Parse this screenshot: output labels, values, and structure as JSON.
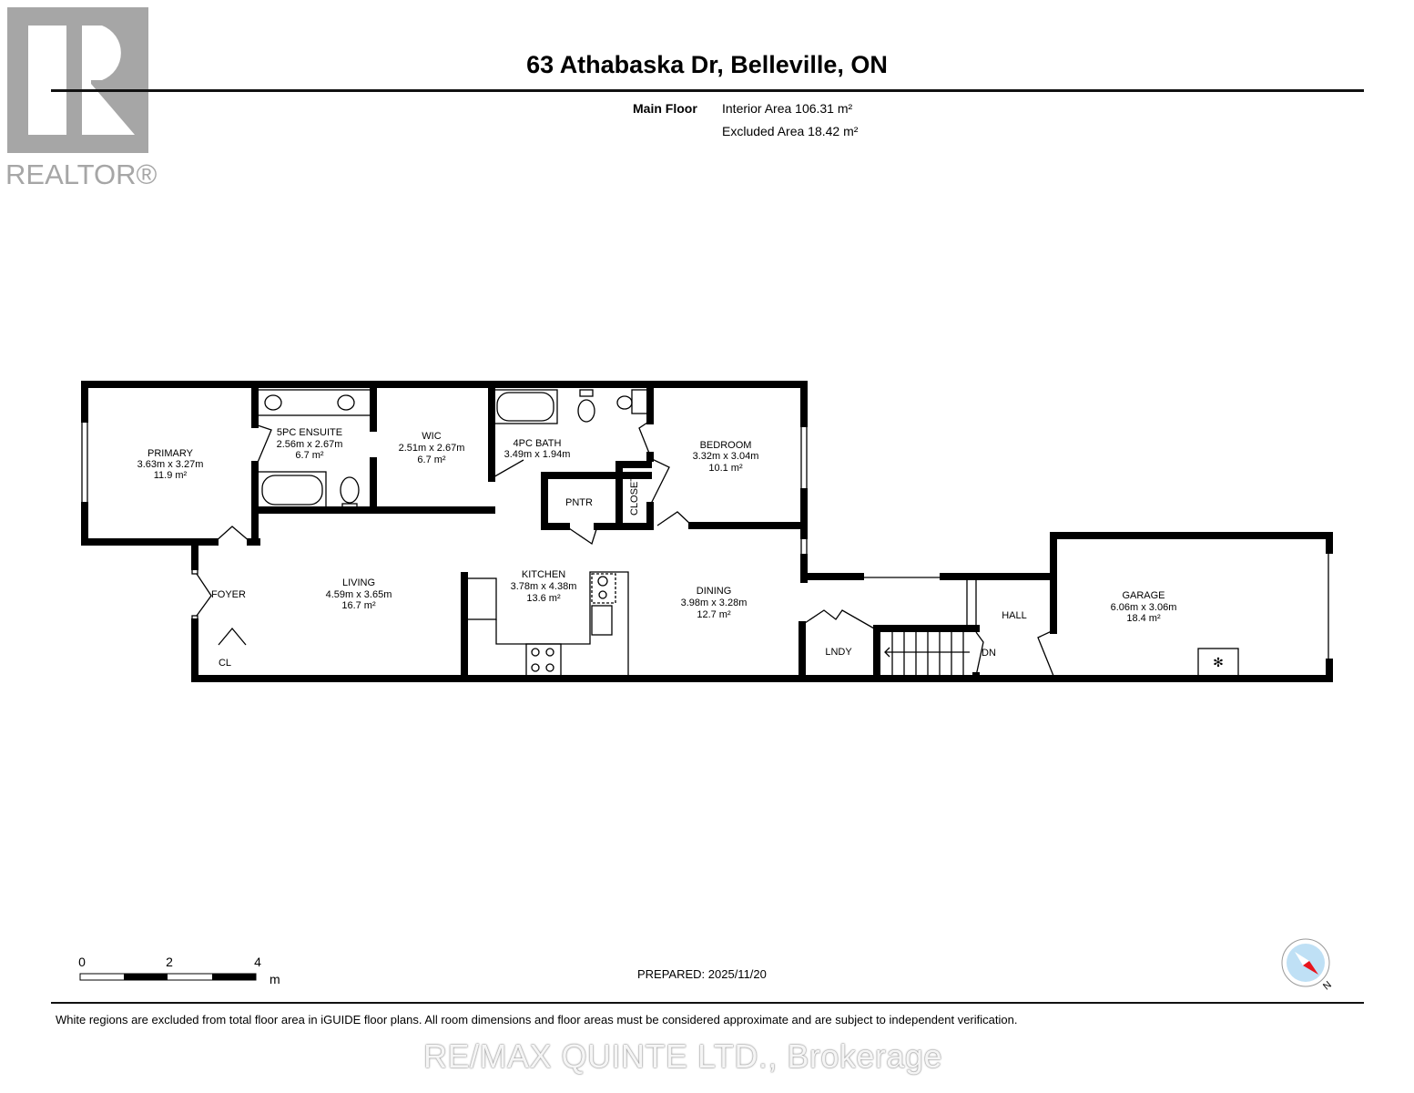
{
  "header": {
    "title": "63 Athabaska Dr, Belleville, ON"
  },
  "logo": {
    "text": "REALTOR®",
    "color": "#a6a6a6"
  },
  "floor_info": {
    "name": "Main Floor",
    "interior_area": "Interior Area 106.31 m²",
    "excluded_area": "Excluded Area 18.42 m²"
  },
  "rooms": {
    "primary": {
      "name": "PRIMARY",
      "dims": "3.63m x 3.27m",
      "area": "11.9 m²"
    },
    "ensuite": {
      "name": "5PC ENSUITE",
      "dims": "2.56m x 2.67m",
      "area": "6.7 m²"
    },
    "wic": {
      "name": "WIC",
      "dims": "2.51m x 2.67m",
      "area": "6.7 m²"
    },
    "bath": {
      "name": "4PC BATH",
      "dims": "3.49m x 1.94m"
    },
    "bedroom": {
      "name": "BEDROOM",
      "dims": "3.32m x 3.04m",
      "area": "10.1 m²"
    },
    "pantry": {
      "name": "PNTR"
    },
    "closet": {
      "name": "CLOSET"
    },
    "foyer": {
      "name": "FOYER"
    },
    "cl": {
      "name": "CL"
    },
    "living": {
      "name": "LIVING",
      "dims": "4.59m x 3.65m",
      "area": "16.7 m²"
    },
    "kitchen": {
      "name": "KITCHEN",
      "dims": "3.78m x 4.38m",
      "area": "13.6 m²"
    },
    "dining": {
      "name": "DINING",
      "dims": "3.98m x 3.28m",
      "area": "12.7 m²"
    },
    "laundry": {
      "name": "LNDY"
    },
    "hall": {
      "name": "HALL"
    },
    "stairs": {
      "label": "DN"
    },
    "garage": {
      "name": "GARAGE",
      "dims": "6.06m x 3.06m",
      "area": "18.4 m²"
    }
  },
  "scale_bar": {
    "ticks": [
      "0",
      "2",
      "4"
    ],
    "unit": "m"
  },
  "compass": {
    "label": "N",
    "needle_color": "#e8141c",
    "dial_color": "#bfe0f5"
  },
  "footer": {
    "prepared": "PREPARED: 2025/11/20",
    "disclaimer": "White regions are excluded from total floor area in iGUIDE floor plans. All room dimensions and floor areas must be considered approximate and are subject to independent verification.",
    "watermark": "RE/MAX QUINTE LTD., Brokerage"
  }
}
